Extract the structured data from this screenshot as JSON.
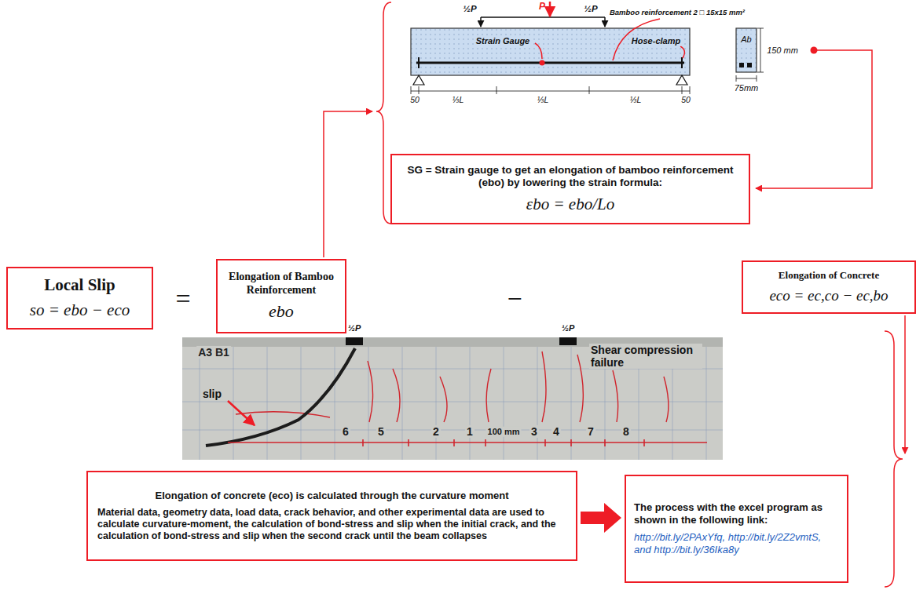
{
  "diagram": {
    "nodes": [
      {
        "text": [
          "SG = Strain gauge to get an elongation of bamboo reinforcement (ebo) by lowering the strain formula:",
          "εbo = ebo/Lo"
        ]
      },
      {
        "text": [
          "Local Slip",
          "so = ebo − eco"
        ]
      },
      {
        "text": [
          "Elongation of Bamboo Reinforcement",
          "ebo"
        ]
      },
      {
        "text": [
          "Elongation of Concrete",
          "eco = ec,co − ec,bo"
        ]
      },
      {
        "text": [
          "Elongation of concrete (eco) is calculated through the curvature moment",
          "Material data, geometry data, load data, crack behavior, and other experimental data are used to calculate curvature-moment, the calculation of bond-stress and slip when the initial crack, and the calculation of bond-stress and slip when the second crack until the beam collapses"
        ]
      },
      {
        "text": [
          "The process with the excel program as shown in the following link:",
          "http://bit.ly/2PAxYfq, http://bit.ly/2Z2vmtS, and http://bit.ly/36Ika8y"
        ]
      }
    ],
    "edges": [
      {
        "from": 4,
        "to": 5,
        "arrow": "to"
      }
    ],
    "labels": [
      "P",
      "½P",
      "½P",
      "Bamboo reinforcement 2 □ 15x15 mm²",
      "Strain Gauge",
      "Hose-clamp",
      "50",
      "⅓L",
      "⅓L",
      "⅓L",
      "50",
      "Ab",
      "150 mm",
      "75mm",
      "=",
      "−",
      "A3 B1",
      "slip",
      "½P",
      "½P",
      "Shear compression failure",
      "6",
      "5",
      "2",
      "1",
      "100 mm",
      "3",
      "4",
      "7",
      "8"
    ]
  }
}
